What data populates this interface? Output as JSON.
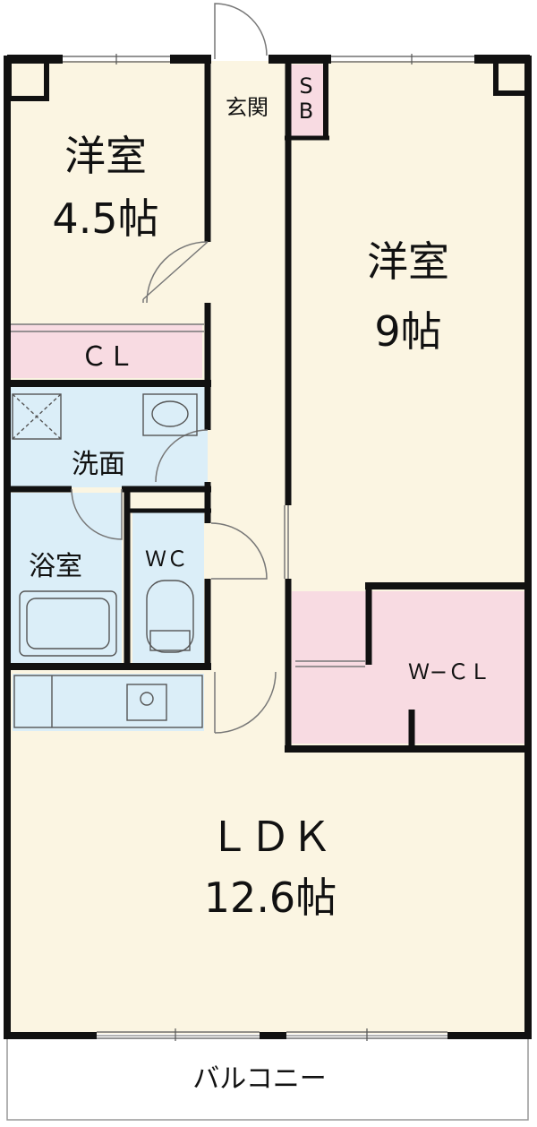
{
  "colors": {
    "floor": "#fbf5e2",
    "wet": "#dbeef8",
    "closet": "#f8dbe2",
    "wall": "#111111",
    "fixture": "#555555",
    "balcony": "#ffffff"
  },
  "rooms": {
    "western_small": {
      "name": "洋室",
      "size": "4.5帖"
    },
    "western_large": {
      "name": "洋室",
      "size": "9帖"
    },
    "ldk": {
      "name": "ＬＤＫ",
      "size": "12.6帖"
    },
    "entrance": "玄関",
    "shoe_box": {
      "top": "S",
      "bottom": "B"
    },
    "closet": "ＣＬ",
    "washroom": "洗面",
    "bath": "浴室",
    "toilet": "ＷＣ",
    "walkin_closet": "Ｗ−ＣＬ",
    "balcony": "バルコニー"
  }
}
